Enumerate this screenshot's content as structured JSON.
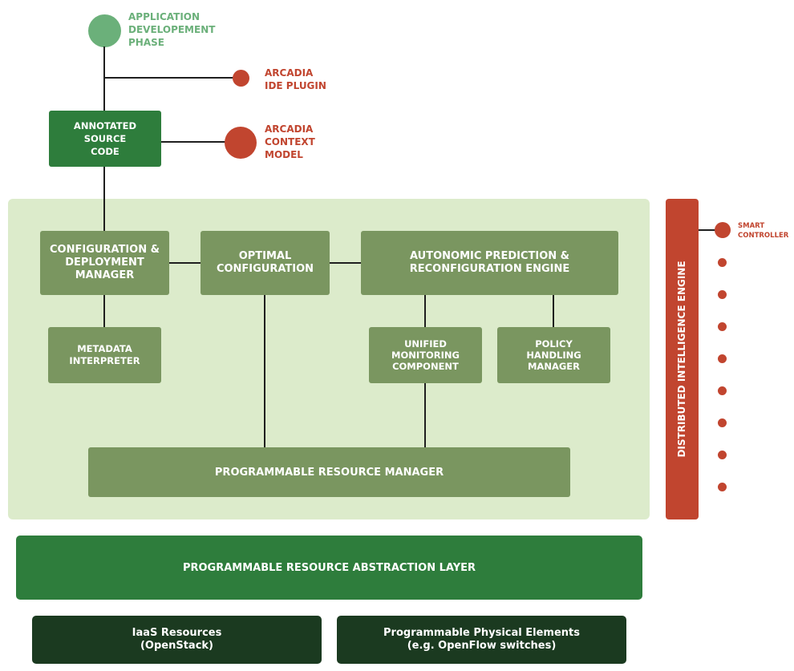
{
  "top": {
    "app_phase_label": "APPLICATION\nDEVELOPEMENT\nPHASE",
    "ide_plugin_label": "ARCADIA\nIDE PLUGIN",
    "context_model_label": "ARCADIA\nCONTEXT\nMODEL",
    "annotated_source_code": "ANNOTATED\nSOURCE\nCODE"
  },
  "core": {
    "config_deploy_manager": "CONFIGURATION &\nDEPLOYMENT\nMANAGER",
    "optimal_configuration": "OPTIMAL\nCONFIGURATION",
    "autonomic_engine": "AUTONOMIC PREDICTION &\nRECONFIGURATION ENGINE",
    "metadata_interpreter": "METADATA\nINTERPRETER",
    "unified_monitoring": "UNIFIED\nMONITORING\nCOMPONENT",
    "policy_handling": "POLICY\nHANDLING\nMANAGER",
    "programmable_resource_manager": "PROGRAMMABLE RESOURCE MANAGER"
  },
  "side": {
    "distributed_engine": "DISTRIBUTED INTELLIGENCE ENGINE",
    "smart_controller": "SMART\nCONTROLLER"
  },
  "bottom": {
    "abstraction_layer": "PROGRAMMABLE RESOURCE ABSTRACTION LAYER",
    "iaas_resources": "IaaS Resources\n(OpenStack)",
    "physical_elements": "Programmable Physical Elements\n(e.g. OpenFlow switches)"
  },
  "colors": {
    "olive_box": "#7a9660",
    "dark_green": "#2e7d3c",
    "darkest_green": "#1b3a20",
    "panel_bg": "#dcebcb",
    "accent_red": "#c1452f",
    "light_green": "#6bb07a"
  }
}
